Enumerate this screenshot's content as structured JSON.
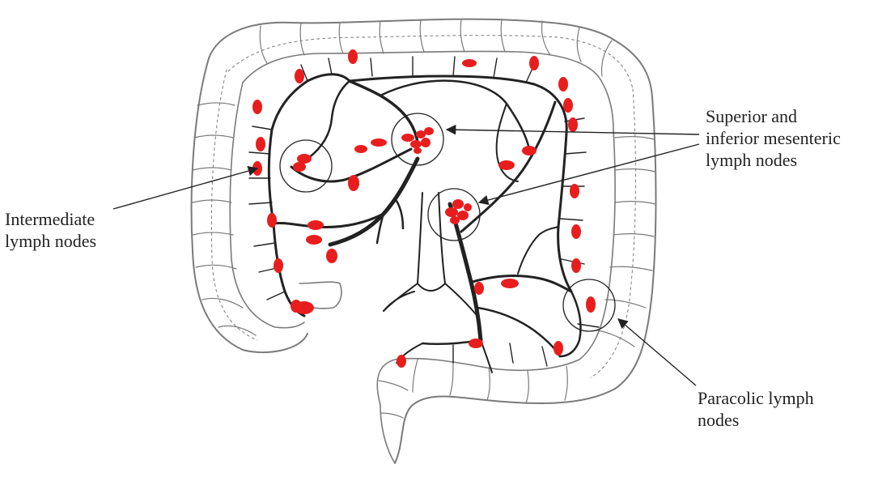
{
  "labels": {
    "intermediate": {
      "line1": "Intermediate",
      "line2": "lymph nodes"
    },
    "mesenteric": {
      "line1": "Superior and",
      "line2": "inferior mesenteric",
      "line3": "lymph nodes"
    },
    "paracolic": {
      "line1": "Paracolic lymph",
      "line2": "nodes"
    }
  },
  "colors": {
    "node": "#e81e1e",
    "vessel": "#222222",
    "outline": "#7a7a7a",
    "label": "#222222"
  }
}
